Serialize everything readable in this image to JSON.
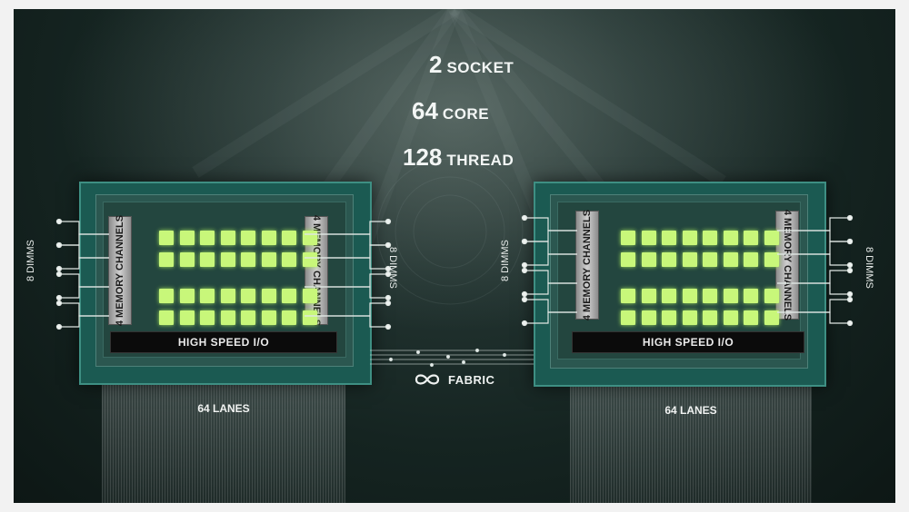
{
  "headline": {
    "socket": {
      "num": "2",
      "word": "SOCKET"
    },
    "core": {
      "num": "64",
      "word": "CORE"
    },
    "thread": {
      "num": "128",
      "word": "THREAD"
    }
  },
  "cpus": [
    {
      "io_label": "HIGH SPEED I/O",
      "mem_left": "4 MEMORY CHANNELS",
      "mem_right": "4 MEMORY CHANNELS",
      "dimms_left": "8 DIMMS",
      "dimms_right": "8 DIMMS",
      "lanes": "64 LANES"
    },
    {
      "io_label": "HIGH SPEED I/O",
      "mem_left": "4 MEMORY CHANNELS",
      "mem_right": "4 MEMORY CHANNELS",
      "dimms_left": "8 DIMMS",
      "dimms_right": "8 DIMMS",
      "lanes": "64 LANES"
    }
  ],
  "fabric": {
    "label": "FABRIC",
    "icon": "infinity-icon"
  },
  "colors": {
    "core": "#c8f77a",
    "package": "#1b5a52",
    "background": "#152421"
  }
}
